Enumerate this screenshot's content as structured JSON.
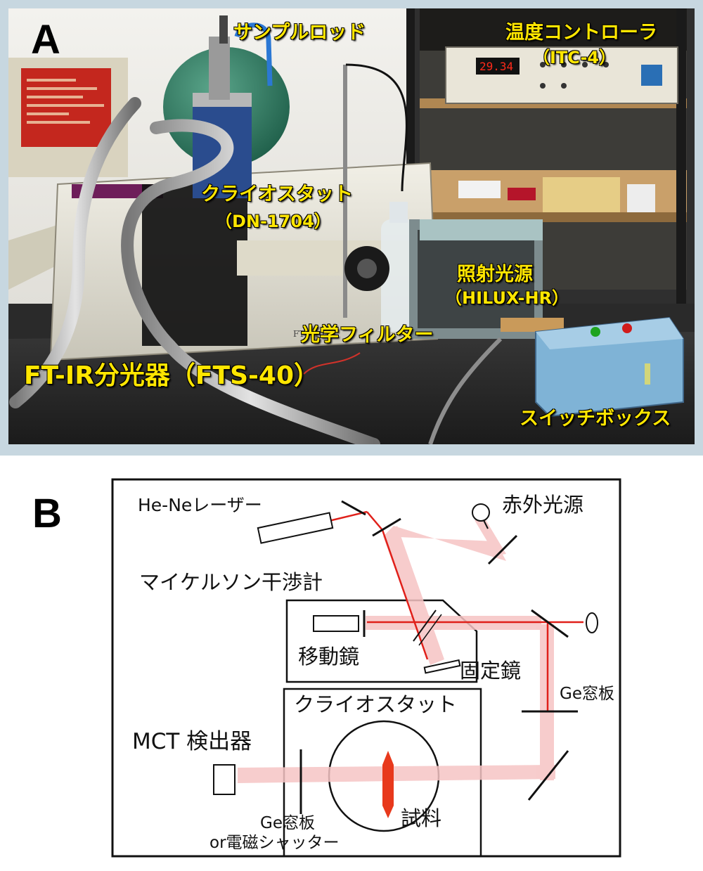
{
  "panel_a": {
    "letter": "A",
    "labels": {
      "sample_rod": "サンプルロッド",
      "temp_controller": "温度コントローラ",
      "temp_controller_model": "（ITC-4）",
      "cryostat": "クライオスタット",
      "cryostat_model": "（DN-1704）",
      "light_source": "照射光源",
      "light_source_model": "（HILUX-HR）",
      "optical_filter": "光学フィルター",
      "ftir": "FT-IR分光器（FTS-40）",
      "switch_box": "スイッチボックス"
    },
    "equipment_text": {
      "display_reading": "29.34",
      "ftir_model_plate": "FTS-40"
    }
  },
  "panel_b": {
    "letter": "B",
    "labels": {
      "he_ne_laser": "He-Neレーザー",
      "ir_source": "赤外光源",
      "michelson": "マイケルソン干渉計",
      "moving_mirror": "移動鏡",
      "fixed_mirror": "固定鏡",
      "ge_window_right": "Ge窓板",
      "cryostat": "クライオスタット",
      "mct_detector": "MCT 検出器",
      "sample": "試料",
      "ge_window_bottom": "Ge窓板",
      "or_shutter": "or電磁シャッター"
    },
    "colors": {
      "beam": "#f6c4c4",
      "laser": "#e0201a",
      "sample": "#e8391c",
      "line": "#111111"
    }
  }
}
